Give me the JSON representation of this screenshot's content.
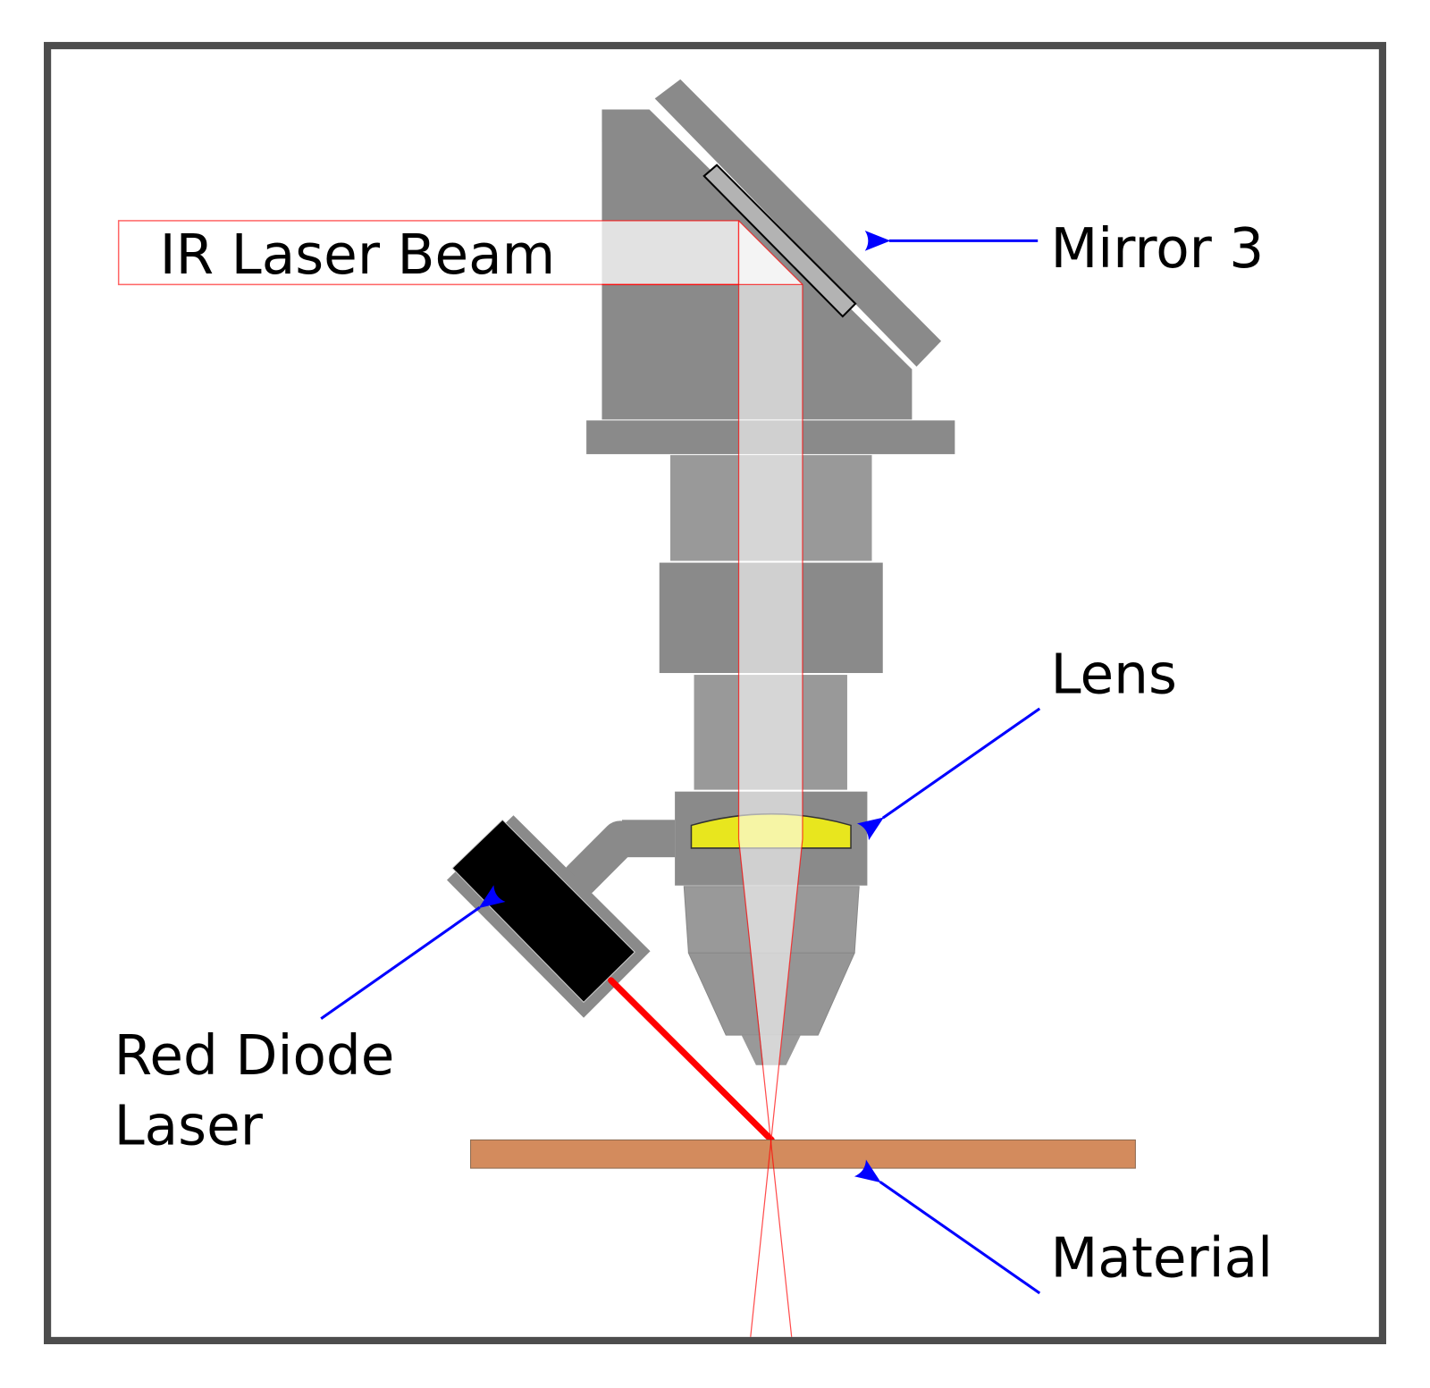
{
  "labels": {
    "ir_beam": "IR Laser Beam",
    "mirror": "Mirror 3",
    "lens": "Lens",
    "diode_line1": "Red Diode",
    "diode_line2": "Laser",
    "material": "Material"
  },
  "colors": {
    "frame": "#4d4d4d",
    "body_dark": "#8a8a8a",
    "body_light": "#999999",
    "lens": "#e8e61e",
    "material": "#d38b5d",
    "laser_red": "#ff0000",
    "arrow": "#0000ff",
    "diode": "#000000"
  }
}
